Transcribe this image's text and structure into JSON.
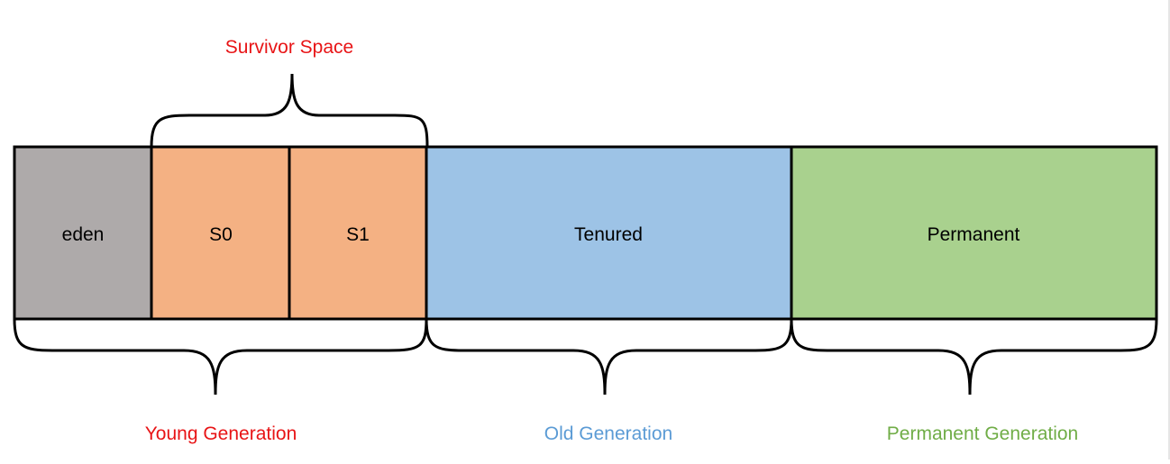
{
  "segments": {
    "eden": {
      "label": "eden",
      "color": "#aeaaaa"
    },
    "s0": {
      "label": "S0",
      "color": "#f4b183"
    },
    "s1": {
      "label": "S1",
      "color": "#f4b183"
    },
    "tenured": {
      "label": "Tenured",
      "color": "#9dc3e6"
    },
    "permanent": {
      "label": "Permanent",
      "color": "#a9d18e"
    }
  },
  "groups": {
    "survivor_space": {
      "label": "Survivor Space",
      "color": "#e81416"
    },
    "young_generation": {
      "label": "Young Generation",
      "color": "#e81416"
    },
    "old_generation": {
      "label": "Old Generation",
      "color": "#5b9bd5"
    },
    "permanent_generation": {
      "label": "Permanent Generation",
      "color": "#70ad47"
    }
  }
}
